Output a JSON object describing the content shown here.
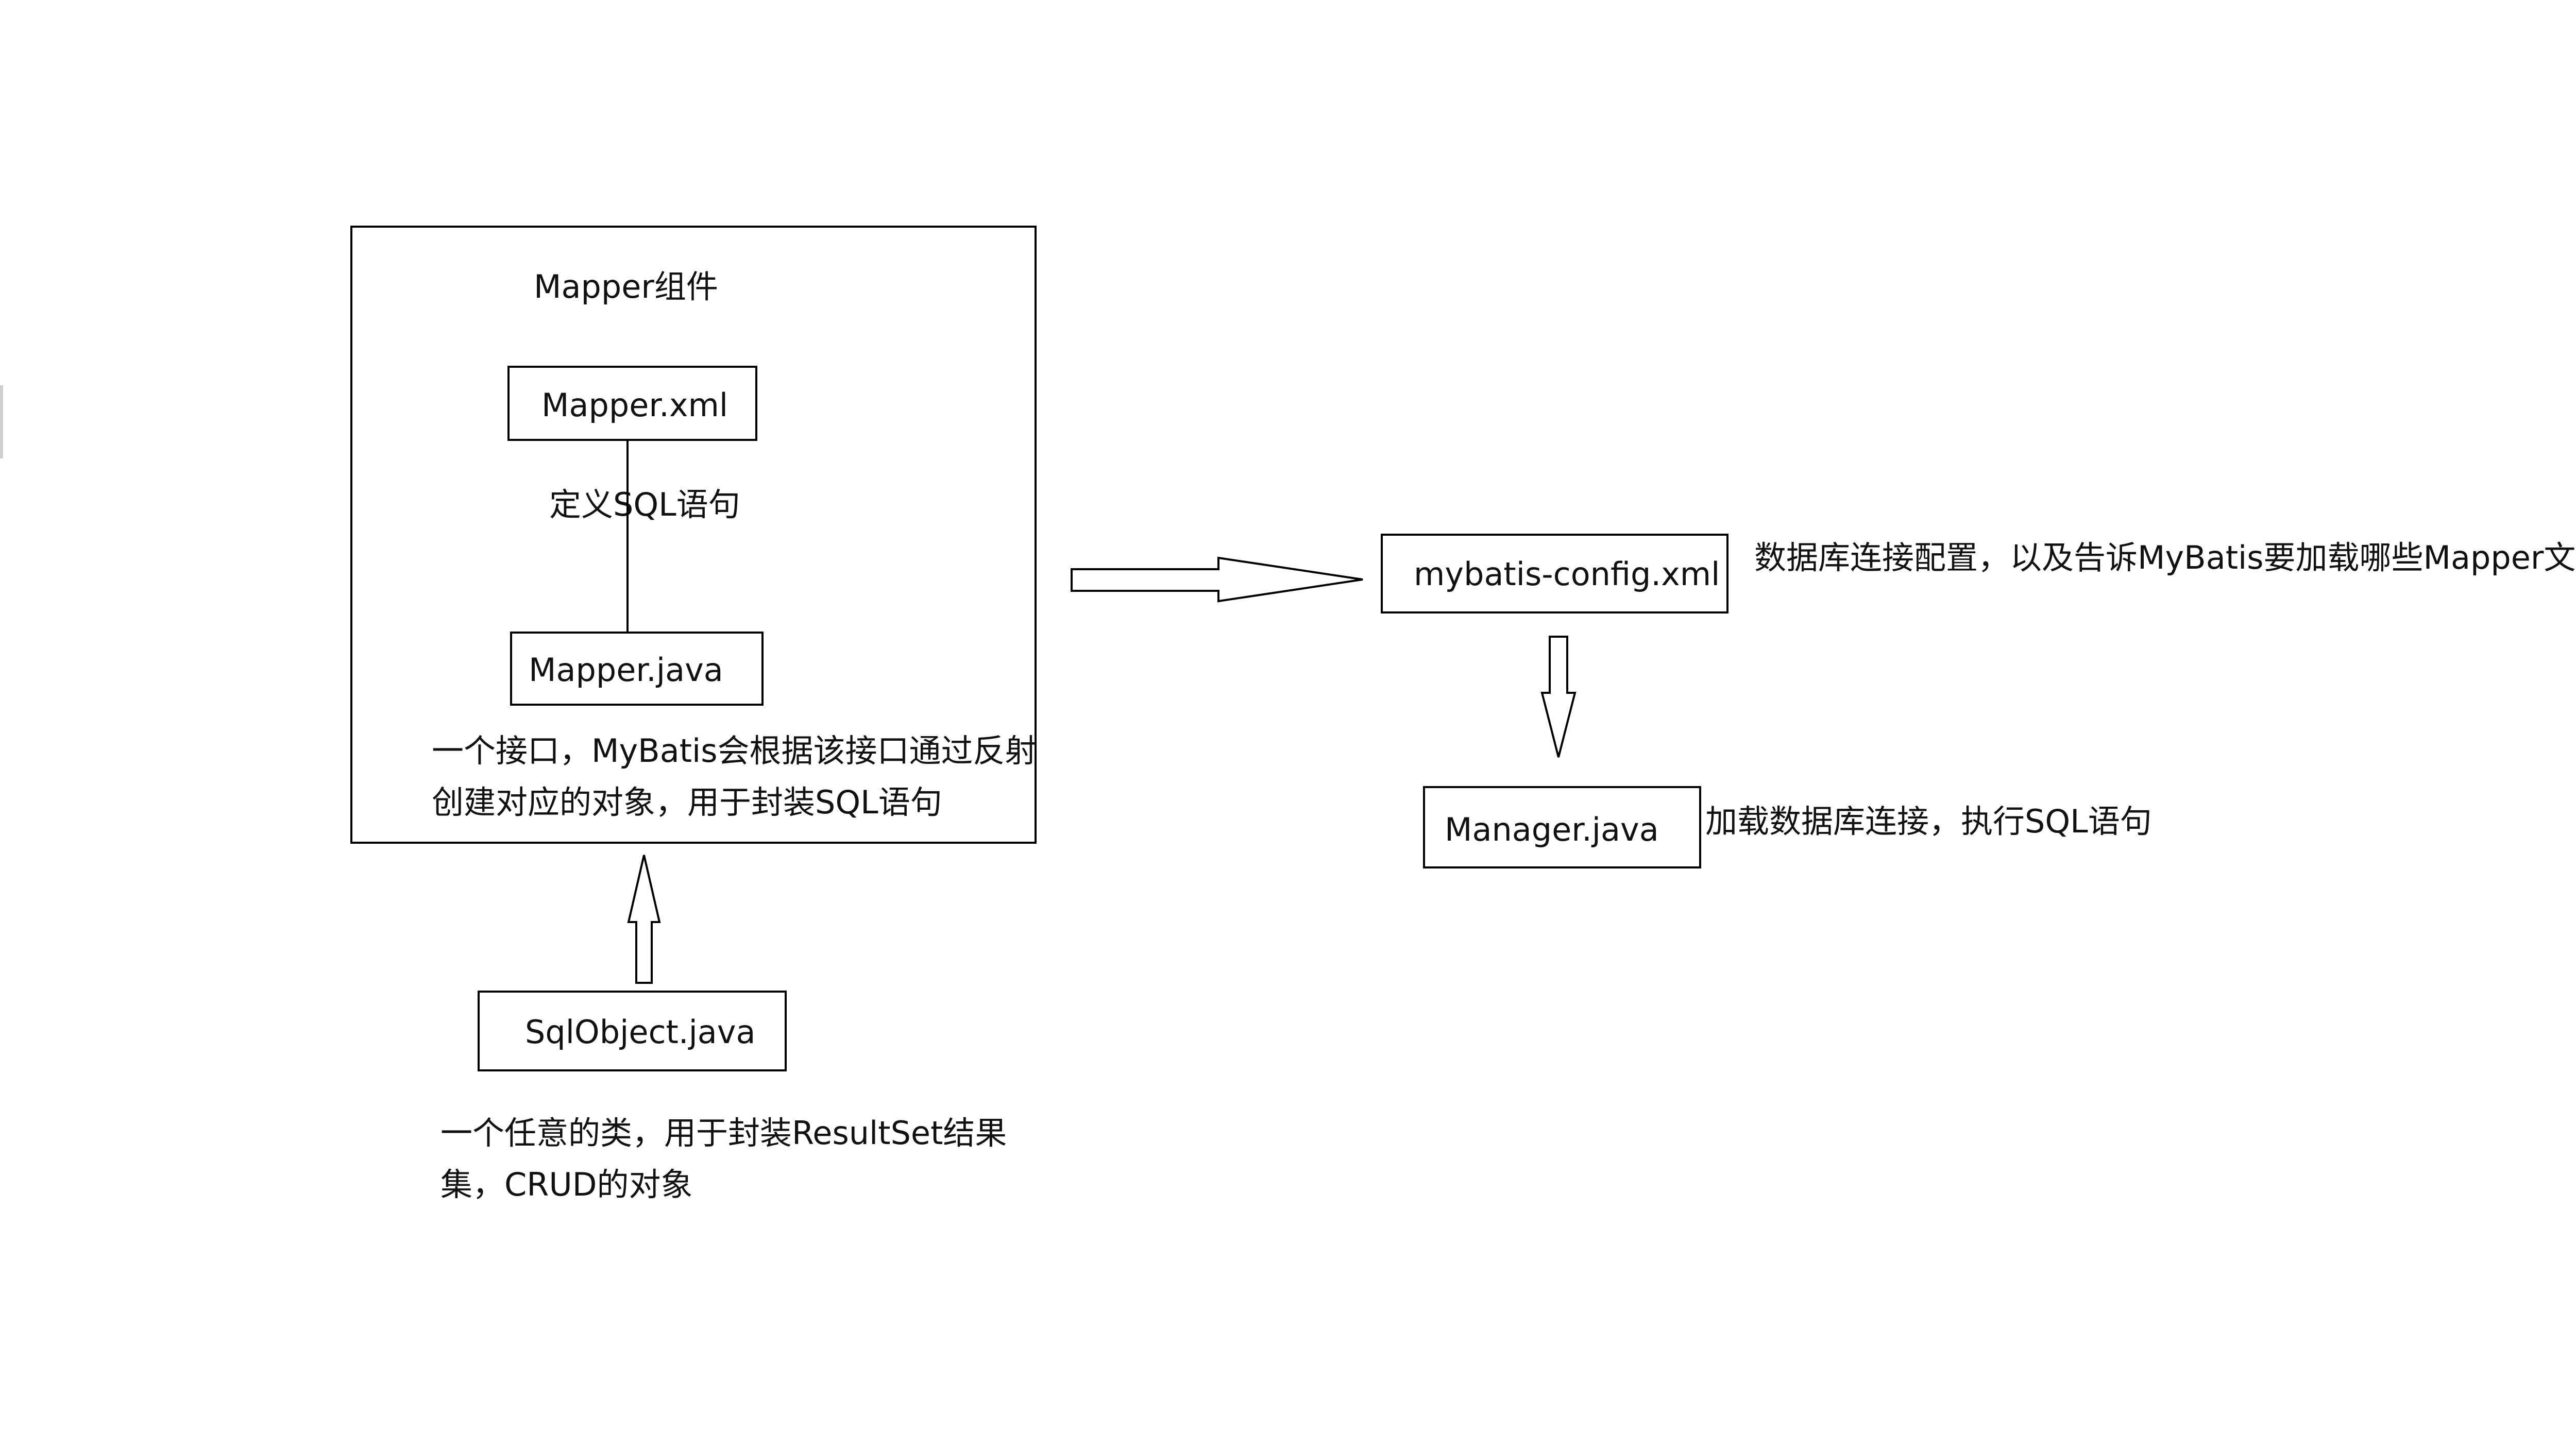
{
  "mapper_component": {
    "title": "Mapper组件",
    "mapper_xml": "Mapper.xml",
    "define_sql": "定义SQL语句",
    "mapper_java": "Mapper.java",
    "interface_desc_line1": "一个接口，MyBatis会根据该接口通过反射",
    "interface_desc_line2": "创建对应的对象，用于封装SQL语句"
  },
  "config": {
    "label": "mybatis-config.xml",
    "desc": "数据库连接配置，以及告诉MyBatis要加载哪些Mapper文件"
  },
  "manager": {
    "label": "Manager.java",
    "desc": "加载数据库连接，执行SQL语句"
  },
  "sql_object": {
    "label": "SqlObject.java",
    "desc_line1": "一个任意的类，用于封装ResultSet结果",
    "desc_line2": "集，CRUD的对象"
  }
}
